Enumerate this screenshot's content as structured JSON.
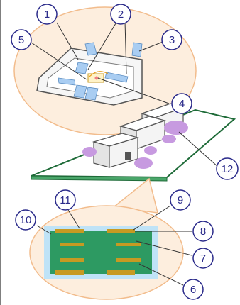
{
  "colors": {
    "bubble_fill": "#fdeede",
    "bubble_stroke": "#f2bc8c",
    "board_green": "#4aa66a",
    "board_edge": "#1e6b38",
    "chip_body": "#f4f4f4",
    "chip_outline": "#555555",
    "terminal_purple": "#c79ae0",
    "lead_blue": "#a9cdf2",
    "pcb_core": "#2d9a62",
    "copper": "#c79a22",
    "coat_blue": "#bfe3f7",
    "callout_ring": "#2a2a8a"
  },
  "callouts": {
    "c1": "1",
    "c2": "2",
    "c3": "3",
    "c4": "4",
    "c5": "5",
    "c6": "6",
    "c7": "7",
    "c8": "8",
    "c9": "9",
    "c10": "10",
    "c11": "11",
    "c12": "12"
  }
}
